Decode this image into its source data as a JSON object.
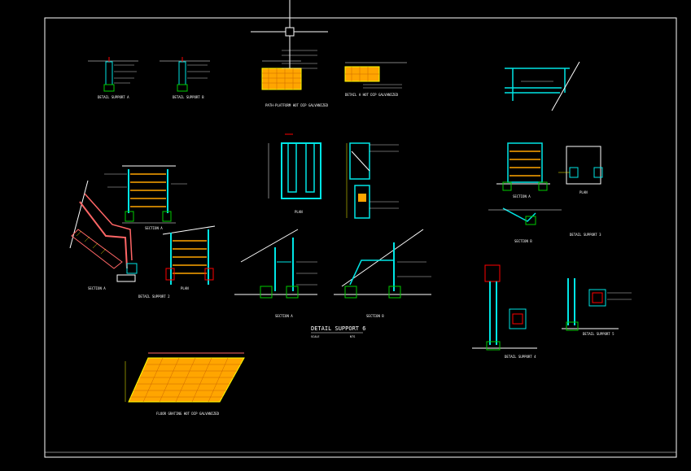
{
  "drawing": {
    "main_title": "DETAIL SUPPORT 6",
    "main_scale": "SCALE",
    "main_scale_value": "NTS",
    "labels": {
      "support_a": "DETAIL SUPPORT A",
      "support_b": "DETAIL SUPPORT B",
      "grating_title": "PATH-PLATFORM HOT DIP GALVANIZED",
      "detail_hot_dip": "DETAIL A HOT DIP GALVANIZED",
      "plan_1": "PLAN",
      "section_a_left": "SECTION A",
      "detail_support_2": "DETAIL SUPPORT 2",
      "plan_2": "PLAN",
      "section_a_mid": "SECTION A",
      "section_b_mid": "SECTION B",
      "section_a_right": "SECTION A",
      "plan_right": "PLAN",
      "section_b_right": "SECTION B",
      "detail_support_3": "DETAIL SUPPORT 3",
      "detail_support_4": "DETAIL SUPPORT 4",
      "detail_support_5": "DETAIL SUPPORT 5",
      "floor_grating": "FLOOR GRATING HOT DIP GALVANIZED"
    },
    "colors": {
      "background": "#000000",
      "frame": "#ffffff",
      "steel": "#00e5e5",
      "grating": "#ffa500",
      "dimension": "#ffff00",
      "rail": "#ff6666",
      "anchor": "#ff0000",
      "annotation": "#ffffff",
      "concrete": "#00cc00"
    },
    "icons": {
      "cursor": "crosshair-cursor-icon"
    }
  }
}
